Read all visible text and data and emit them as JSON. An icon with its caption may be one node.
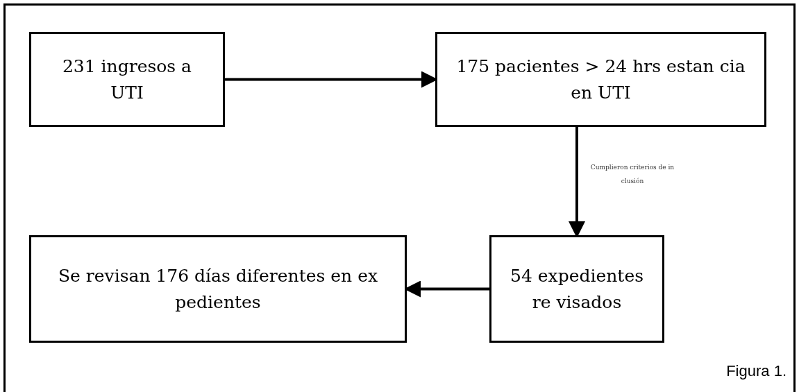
{
  "diagram": {
    "caption": "Figura 1.",
    "nodes": [
      {
        "text": [
          "231 ingresos a UTI"
        ]
      },
      {
        "text": [
          "175 pacientes > 24 hrs estan cia en UTI"
        ]
      },
      {
        "text": [
          "Se revisan 176 días diferentes en ex pedientes"
        ]
      },
      {
        "text": [
          "54 expedientes re visados"
        ]
      }
    ],
    "edges": [
      {
        "from": 0,
        "to": 1,
        "arrow": "to"
      },
      {
        "from": 1,
        "to": 3,
        "arrow": "to",
        "label": "Cumplieron criterios de in clusión"
      },
      {
        "from": 3,
        "to": 2,
        "arrow": "to"
      }
    ]
  }
}
